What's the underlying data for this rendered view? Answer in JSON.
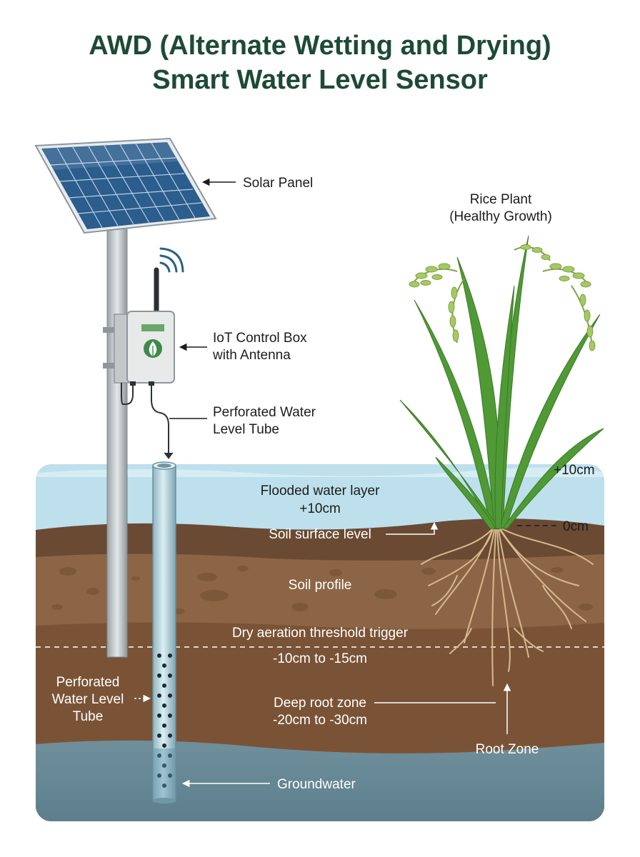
{
  "title": {
    "line1": "AWD (Alternate Wetting and Drying)",
    "line2": "Smart Water Level Sensor"
  },
  "labels": {
    "solar_panel": "Solar Panel",
    "iot_box_1": "IoT Control Box",
    "iot_box_2": "with Antenna",
    "tube_top_1": "Perforated Water",
    "tube_top_2": "Level Tube",
    "rice_1": "Rice Plant",
    "rice_2": "(Healthy Growth)",
    "plus10_right": "+10cm",
    "flooded_1": "Flooded water layer",
    "flooded_2": "+10cm",
    "zero": "0cm",
    "soil_surface": "Soil surface level",
    "soil_profile": "Soil profile",
    "dry_threshold": "Dry aeration threshold trigger",
    "dry_range": "-10cm to -15cm",
    "tube_left_1": "Perforated",
    "tube_left_2": "Water Level",
    "tube_left_3": "Tube",
    "deep_root_1": "Deep root zone",
    "deep_root_2": "-20cm to -30cm",
    "root_zone": "Root Zone",
    "groundwater": "Groundwater"
  },
  "colors": {
    "title": "#1d4a37",
    "water": "#bde0ec",
    "topsoil": "#6b4a33",
    "soil_mid": "#8c6546",
    "soil_deep": "#7a5336",
    "groundwater": "#6e8f9b",
    "leaf": "#4f9a35",
    "root": "#d7b98e"
  }
}
